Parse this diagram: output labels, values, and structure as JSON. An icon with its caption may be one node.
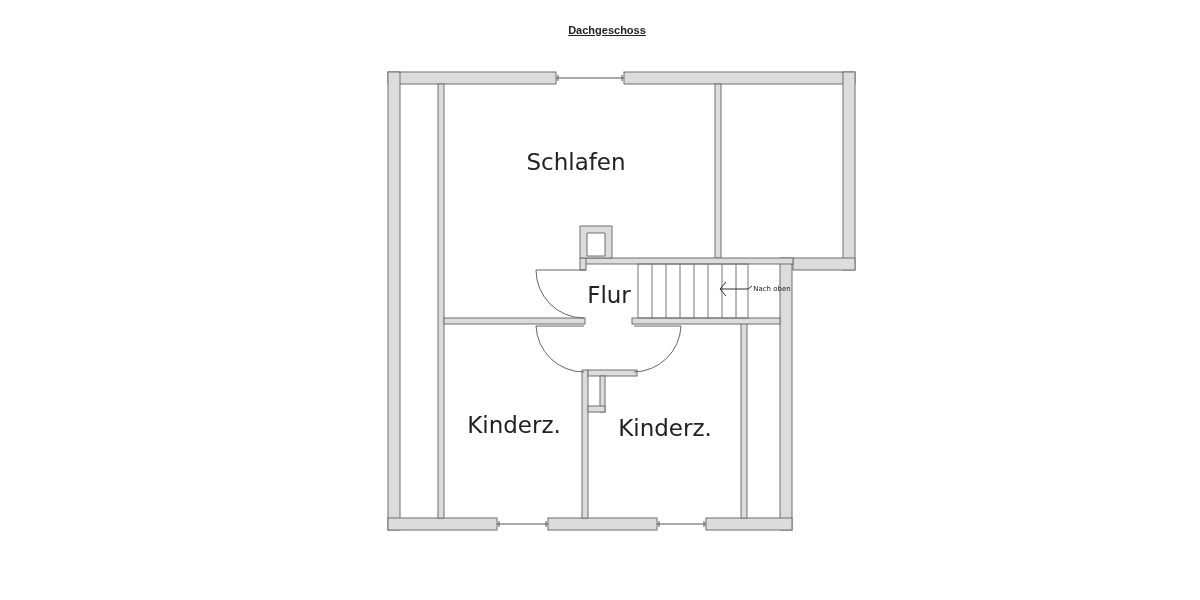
{
  "diagram": {
    "title": "Dachgeschoss",
    "labels": [
      "Schlafen",
      "Flur",
      "Nach oben",
      "Kinderz.",
      "Kinderz."
    ]
  }
}
